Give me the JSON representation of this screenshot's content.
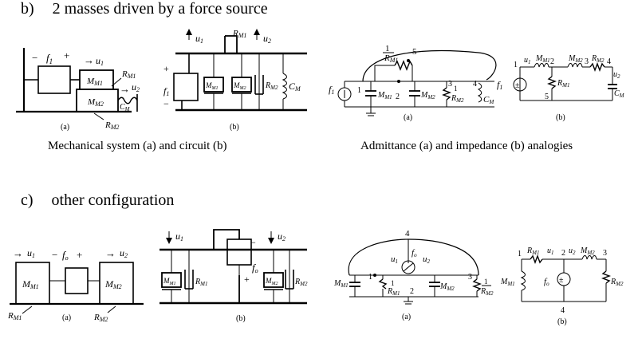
{
  "sections": {
    "b": {
      "letter": "b)",
      "title": "2 masses driven by a force source",
      "captions": {
        "left": "Mechanical system (a) and circuit (b)",
        "right": "Admittance (a) and impedance (b) analogies"
      }
    },
    "c": {
      "letter": "c)",
      "title": "other configuration"
    }
  },
  "labels": {
    "sub_a": "(a)",
    "sub_b": "(b)",
    "minus": "−",
    "plus": "+",
    "f1": "f",
    "f1_sub": "1",
    "fo": "f",
    "fo_sub": "o",
    "u1": "u",
    "u1_sub": "1",
    "u2": "u",
    "u2_sub": "2",
    "MM1": "M",
    "MM1_sub": "M1",
    "MM2": "M",
    "MM2_sub": "M2",
    "RM1": "R",
    "RM1_sub": "M1",
    "RM2": "R",
    "RM2_sub": "M2",
    "CM": "C",
    "CM_sub": "M",
    "node1": "1",
    "node2": "2",
    "node3": "3",
    "node4": "4",
    "node5": "5",
    "one": "1"
  }
}
